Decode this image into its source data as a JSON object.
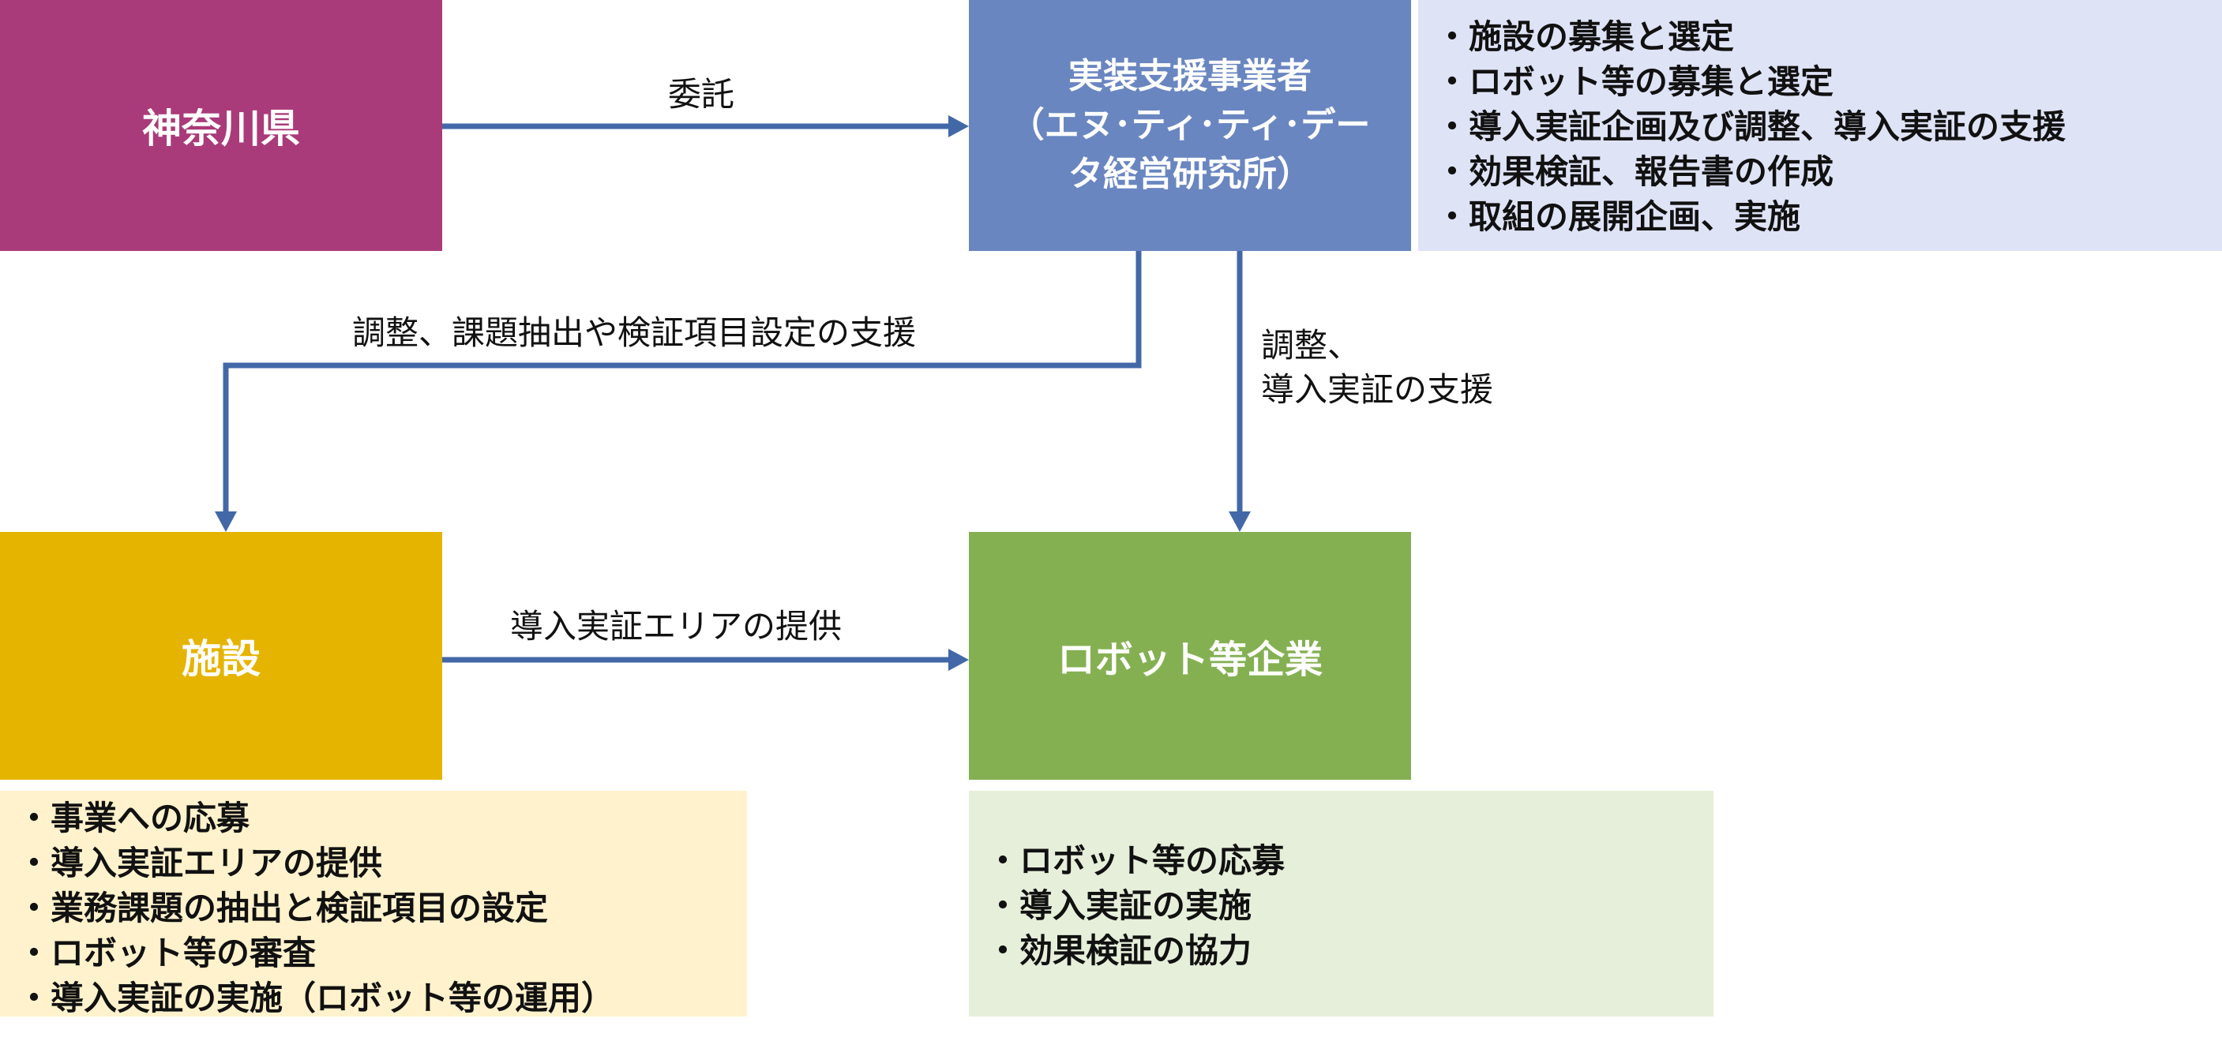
{
  "nodes": {
    "kanagawa": {
      "label": "神奈川県",
      "color": "#aa3b7a"
    },
    "support": {
      "lines": [
        "実装支援事業者",
        "（エヌ･ティ･ティ･デー",
        "タ経営研究所）"
      ],
      "color": "#6a86c1"
    },
    "facility": {
      "label": "施設",
      "color": "#e5b400"
    },
    "robot_company": {
      "label": "ロボット等企業",
      "color": "#84b052"
    }
  },
  "panels": {
    "support_tasks": {
      "color": "#dfe3f6",
      "items": [
        "施設の募集と選定",
        "ロボット等の募集と選定",
        "導入実証企画及び調整、導入実証の支援",
        "効果検証、報告書の作成",
        "取組の展開企画、実施"
      ]
    },
    "facility_tasks": {
      "color": "#fff2cc",
      "items": [
        "事業への応募",
        "導入実証エリアの提供",
        "業務課題の抽出と検証項目の設定",
        "ロボット等の審査",
        "導入実証の実施（ロボット等の運用）"
      ]
    },
    "robot_tasks": {
      "color": "#e6efda",
      "items": [
        "ロボット等の応募",
        "導入実証の実施",
        "効果検証の協力"
      ]
    }
  },
  "edges": {
    "commission": {
      "label": "委託"
    },
    "support_to_facility": {
      "label": "調整、課題抽出や検証項目設定の支援"
    },
    "support_to_robot": {
      "lines": [
        "調整、",
        "導入実証の支援"
      ]
    },
    "facility_to_robot": {
      "label": "導入実証エリアの提供"
    },
    "arrow_color": "#4368a8"
  }
}
